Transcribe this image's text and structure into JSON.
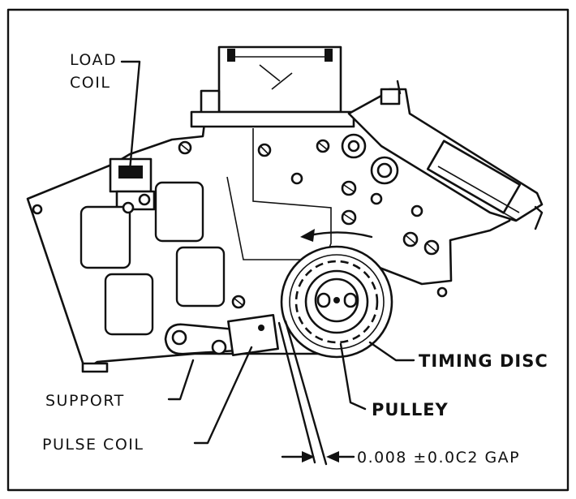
{
  "labels": {
    "load_coil_line1": "LOAD",
    "load_coil_line2": "COIL",
    "timing_disc": "TIMING DISC",
    "pulley": "PULLEY",
    "support": "SUPPORT",
    "pulse_coil": "PULSE COIL",
    "gap": "0.008 ±0.0C2 GAP"
  },
  "colors": {
    "ink": "#111111",
    "paper": "#ffffff"
  },
  "icons": [
    "screw-icon",
    "rotation-arrow-icon",
    "dimension-arrow-icon"
  ]
}
